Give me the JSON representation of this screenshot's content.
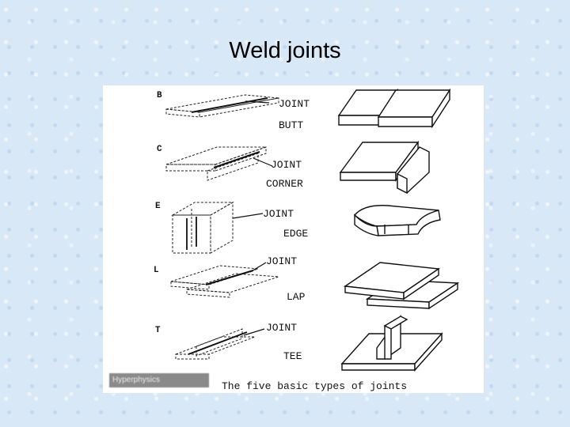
{
  "slide": {
    "title": "Weld joints"
  },
  "figure": {
    "caption": "The five basic types of joints",
    "watermark": "Hyperphysics",
    "joints": [
      {
        "letter": "B",
        "word1": "JOINT",
        "word2": "BUTT"
      },
      {
        "letter": "C",
        "word1": "JOINT",
        "word2": "CORNER"
      },
      {
        "letter": "E",
        "word1": "JOINT",
        "word2": "EDGE"
      },
      {
        "letter": "L",
        "word1": "JOINT",
        "word2": "LAP"
      },
      {
        "letter": "T",
        "word1": "JOINT",
        "word2": "TEE"
      }
    ]
  }
}
